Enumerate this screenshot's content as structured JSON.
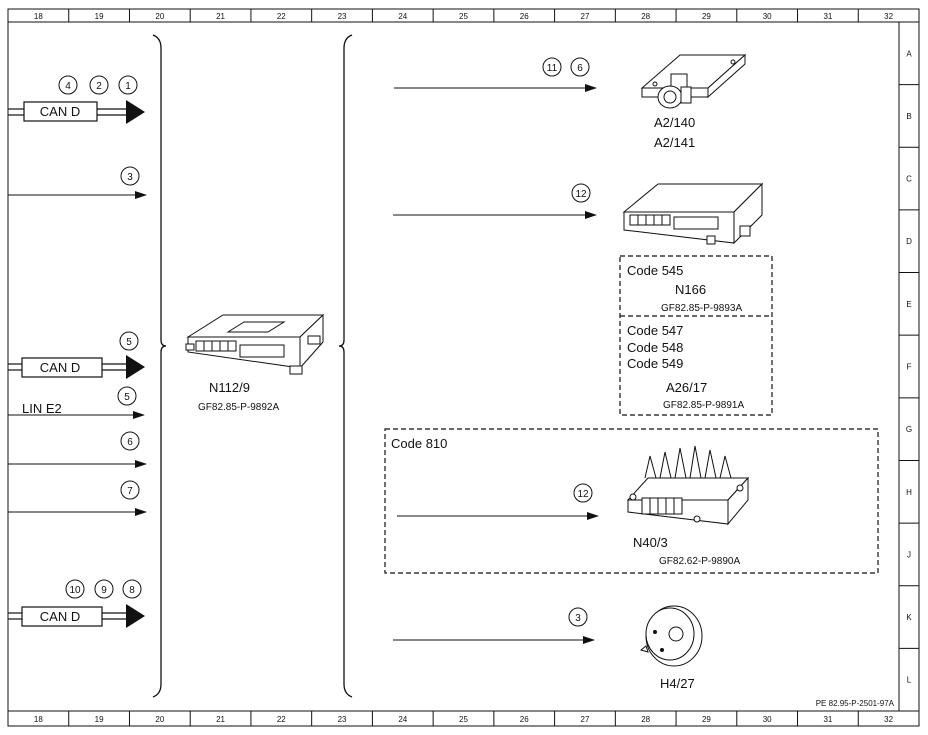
{
  "grid": {
    "columns": [
      "18",
      "19",
      "20",
      "21",
      "22",
      "23",
      "24",
      "25",
      "26",
      "27",
      "28",
      "29",
      "30",
      "31",
      "32"
    ],
    "rows": [
      "A",
      "B",
      "C",
      "D",
      "E",
      "F",
      "G",
      "H",
      "J",
      "K",
      "L"
    ]
  },
  "left_signals": [
    {
      "type": "bus",
      "label": "CAN D",
      "circles": [
        "4",
        "2",
        "1"
      ]
    },
    {
      "type": "line",
      "circles": [
        "3"
      ]
    },
    {
      "type": "bus",
      "label": "CAN D",
      "circles": [
        "5"
      ]
    },
    {
      "type": "line",
      "label": "LIN E2",
      "circles": [
        "5"
      ]
    },
    {
      "type": "line",
      "circles": [
        "6"
      ]
    },
    {
      "type": "line",
      "circles": [
        "7"
      ]
    },
    {
      "type": "bus",
      "label": "CAN D",
      "circles": [
        "10",
        "9",
        "8"
      ]
    }
  ],
  "center_unit": {
    "name": "N112/9",
    "doc": "GF82.85-P-9892A"
  },
  "right_items": [
    {
      "circles": [
        "11",
        "6"
      ],
      "names": [
        "A2/140",
        "A2/141"
      ]
    },
    {
      "circles": [
        "12"
      ]
    },
    {
      "circles": [
        "12"
      ]
    },
    {
      "circles": [
        "3"
      ],
      "names": [
        "H4/27"
      ]
    }
  ],
  "code_box_1": {
    "top": {
      "codes": [
        "Code 545"
      ],
      "name": "N166",
      "doc": "GF82.85-P-9893A"
    },
    "bottom": {
      "codes": [
        "Code 547",
        "Code 548",
        "Code 549"
      ],
      "name": "A26/17",
      "doc": "GF82.85-P-9891A"
    }
  },
  "code_box_2": {
    "code": "Code 810",
    "name": "N40/3",
    "doc": "GF82.62-P-9890A"
  },
  "figure_ref": "PE 82.95-P-2501-97A"
}
